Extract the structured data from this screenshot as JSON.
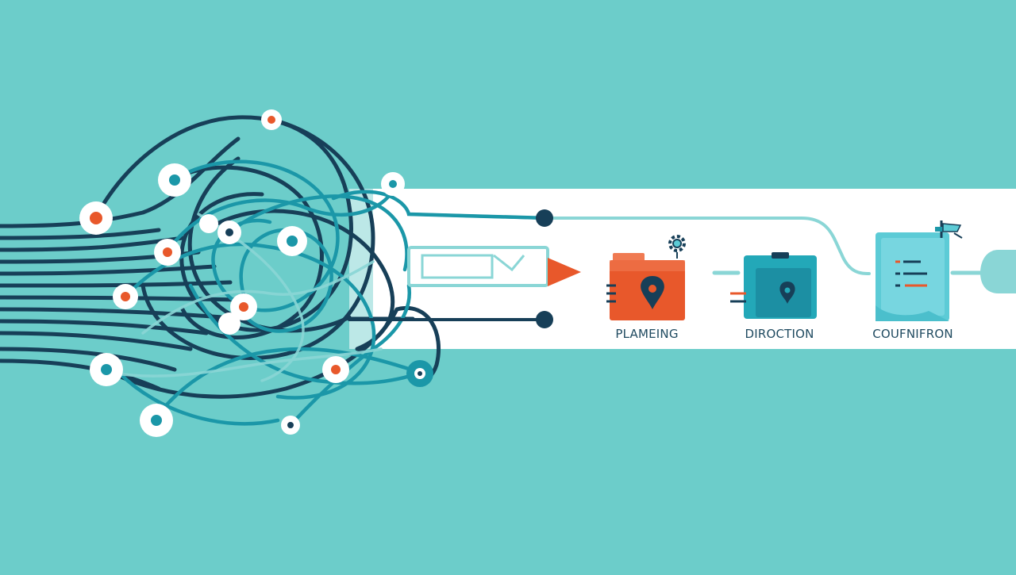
{
  "colors": {
    "background": "#6ccdca",
    "band": "#ffffff",
    "navy": "#173f58",
    "teal": "#1b97a8",
    "light_teal": "#8ad6d6",
    "orange": "#e8582b",
    "icon_cyan": "#5ccbd6"
  },
  "stages": [
    {
      "label": "PLAMEING",
      "icon": "folder-map-pin-icon",
      "badge": "gear-icon",
      "color": "#e8582b"
    },
    {
      "label": "DIROCTION",
      "icon": "box-map-pin-icon",
      "badge": "",
      "color": "#23a8b8"
    },
    {
      "label": "COUFNIFRON",
      "icon": "document-list-icon",
      "badge": "flag-icon",
      "color": "#5ccbd6"
    }
  ]
}
